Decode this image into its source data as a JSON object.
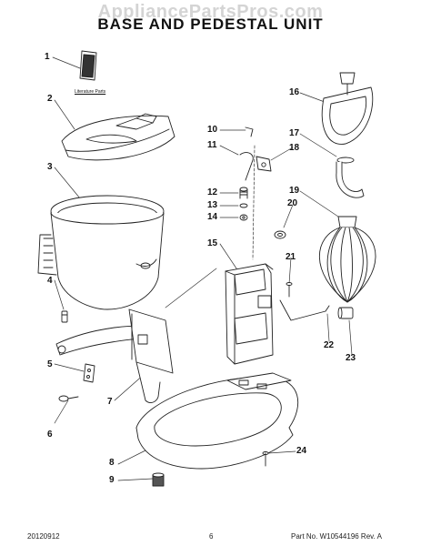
{
  "watermark": "AppliancePartsPros.com",
  "title": "BASE AND PEDESTAL UNIT",
  "literature_label": "Literature Parts",
  "callouts": [
    "1",
    "2",
    "3",
    "4",
    "5",
    "6",
    "7",
    "8",
    "9",
    "10",
    "11",
    "12",
    "13",
    "14",
    "15",
    "16",
    "17",
    "18",
    "19",
    "20",
    "21",
    "22",
    "23",
    "24"
  ],
  "footer": {
    "date": "20120912",
    "page": "6",
    "part_no": "Part No. W10544196  Rev. A"
  }
}
